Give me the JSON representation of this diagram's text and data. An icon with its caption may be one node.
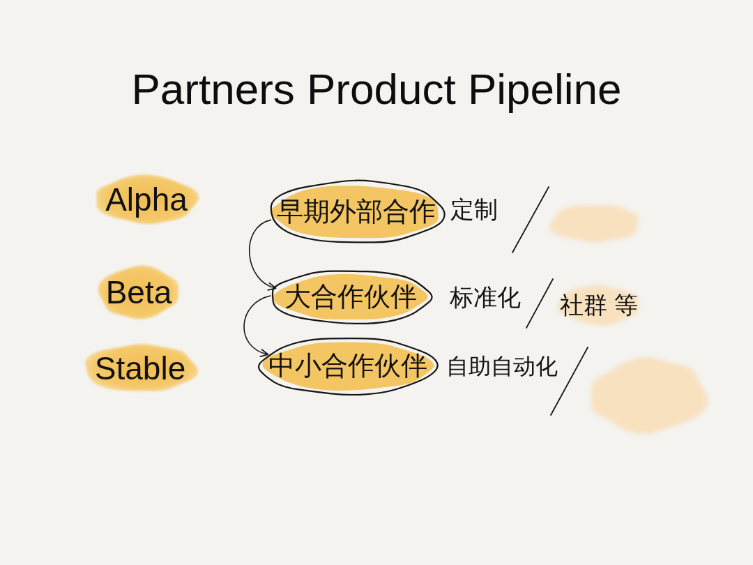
{
  "diagram": {
    "title": "Partners Product Pipeline",
    "nodes": [
      {
        "text": [
          "Alpha"
        ]
      },
      {
        "text": [
          "早期外部合作"
        ],
        "beside": [
          "定制"
        ]
      },
      {
        "text": [],
        "shape": "blob"
      },
      {
        "text": [
          "Beta"
        ]
      },
      {
        "text": [
          "大合作伙伴"
        ],
        "beside": [
          "标准化"
        ]
      },
      {
        "text": [
          "社群 等"
        ]
      },
      {
        "text": [
          "Stable"
        ]
      },
      {
        "text": [
          "中小合作伙伴"
        ],
        "beside": [
          "自助自动化"
        ]
      },
      {
        "text": [],
        "shape": "blob"
      }
    ],
    "edges": [
      {
        "from": 1,
        "to": 4,
        "arrow": "to"
      },
      {
        "from": 4,
        "to": 7,
        "arrow": "to"
      }
    ]
  }
}
